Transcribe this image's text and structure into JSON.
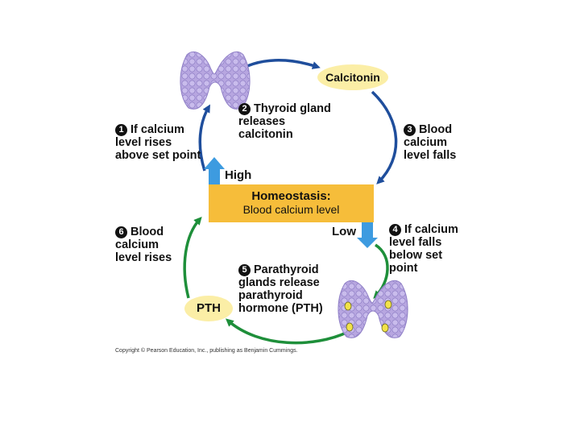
{
  "steps": [
    {
      "num": "1",
      "text": "If calcium level rises above set point"
    },
    {
      "num": "2",
      "text": "Thyroid gland releases calcitonin"
    },
    {
      "num": "3",
      "text": "Blood calcium level falls"
    },
    {
      "num": "4",
      "text": "If calcium level falls below set point"
    },
    {
      "num": "5",
      "text": "Parathyroid glands release parathyroid hormone (PTH)"
    },
    {
      "num": "6",
      "text": "Blood calcium level rises"
    }
  ],
  "hormones": {
    "calcitonin": "Calcitonin",
    "pth": "PTH"
  },
  "homeostasis": {
    "title": "Homeostasis:",
    "subtitle": "Blood calcium level"
  },
  "indicators": {
    "high": "High",
    "low": "Low"
  },
  "copyright": "Copyright © Pearson Education, Inc., publishing as Benjamin Cummings.",
  "colors": {
    "upper_arrow": "#1f4e9c",
    "lower_arrow": "#1e8f3a",
    "up_arrow": "#3d9be0",
    "homeostasis_box": "#f6bd3a",
    "hormone_pill": "#fbeea6",
    "gland": "#b7a6e0",
    "parathyroid": "#f2e24a"
  }
}
